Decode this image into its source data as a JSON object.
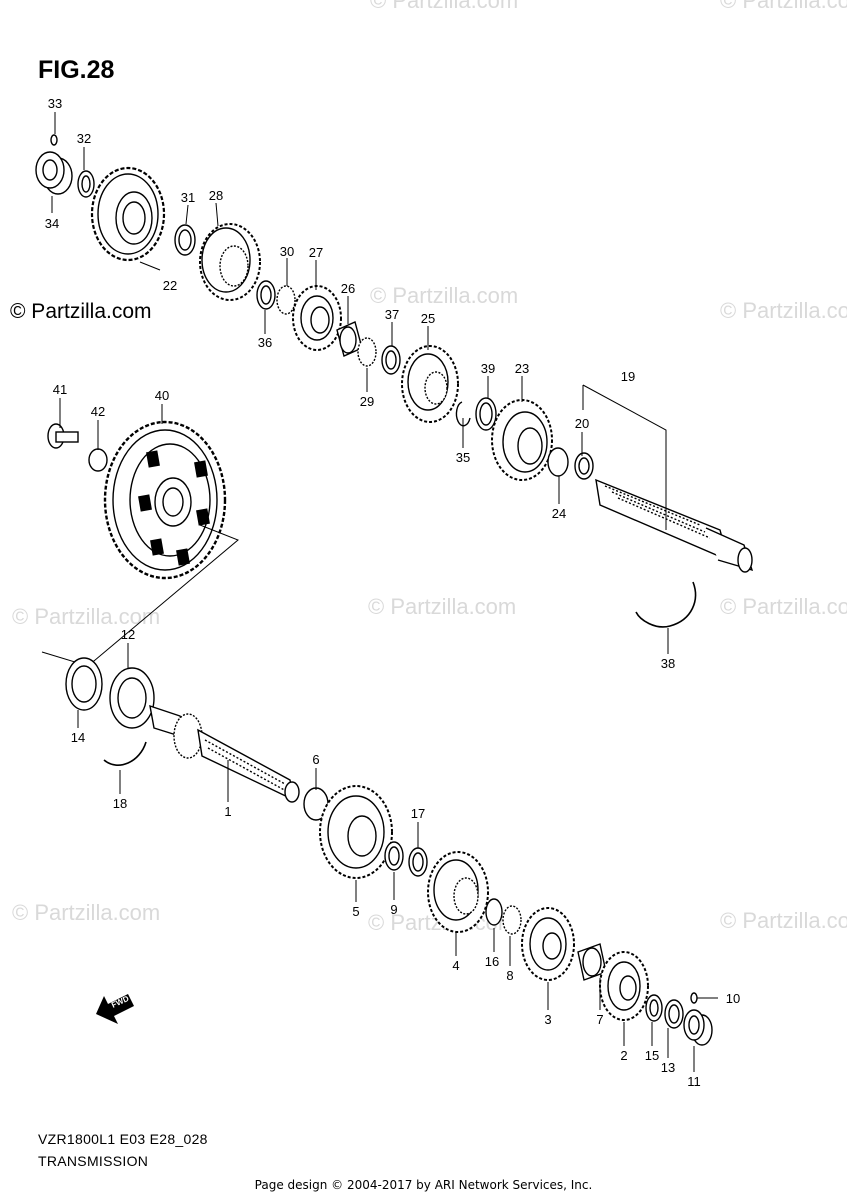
{
  "header": {
    "figure_title": "FIG.28"
  },
  "footer_block": {
    "model_code": "VZR1800L1 E03 E28_028",
    "section_name": "TRANSMISSION",
    "page_credit": "Page design © 2004-2017 by ARI Network Services, Inc."
  },
  "watermark": {
    "text": "© Partzilla.com"
  },
  "direction_marker": {
    "label": "FWD"
  },
  "callouts": {
    "c1": "1",
    "c2": "2",
    "c3": "3",
    "c4": "4",
    "c5": "5",
    "c6": "6",
    "c7": "7",
    "c8": "8",
    "c9": "9",
    "c10": "10",
    "c11": "11",
    "c12": "12",
    "c13": "13",
    "c14": "14",
    "c15": "15",
    "c16": "16",
    "c17": "17",
    "c18": "18",
    "c19": "19",
    "c20": "20",
    "c22": "22",
    "c23": "23",
    "c24": "24",
    "c25": "25",
    "c26": "26",
    "c27": "27",
    "c28": "28",
    "c29": "29",
    "c30": "30",
    "c31": "31",
    "c32": "32",
    "c33": "33",
    "c34": "34",
    "c35": "35",
    "c36": "36",
    "c37": "37",
    "c38": "38",
    "c39": "39",
    "c40": "40",
    "c41": "41",
    "c42": "42"
  }
}
